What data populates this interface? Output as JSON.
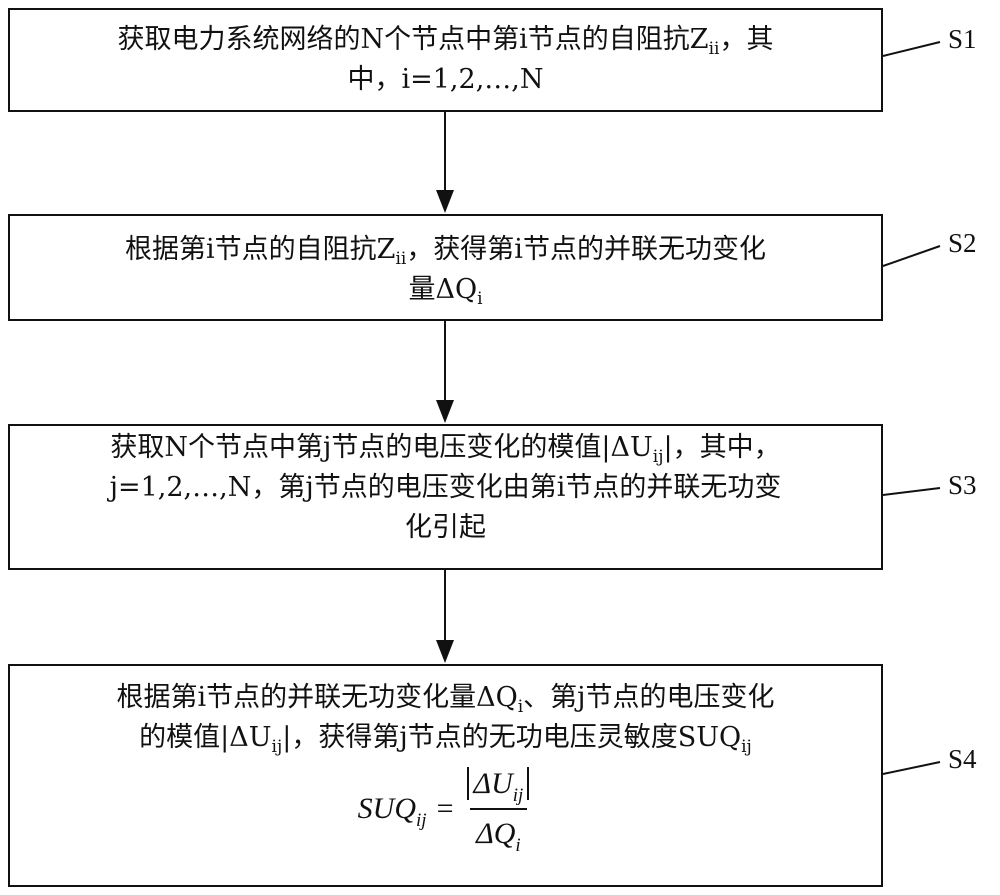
{
  "steps": [
    {
      "label": "S1",
      "line1_pre": "获取电力系统网络的N个节点中第i节点的自阻抗Z",
      "line1_sub": "ii",
      "line1_post": "，其",
      "line2": "中，i=1,2,…,N"
    },
    {
      "label": "S2",
      "line1_pre": "根据第i节点的自阻抗Z",
      "line1_sub": "ii",
      "line1_post": "，获得第i节点的并联无功变化",
      "line2_pre": "量ΔQ",
      "line2_sub": "i"
    },
    {
      "label": "S3",
      "line1_pre": "获取N个节点中第j节点的电压变化的模值|ΔU",
      "line1_sub": "ij",
      "line1_post": "|，其中，",
      "line2": "j=1,2,…,N，第j节点的电压变化由第i节点的并联无功变",
      "line3": "化引起"
    },
    {
      "label": "S4",
      "line1_pre": "根据第i节点的并联无功变化量ΔQ",
      "line1_sub": "i",
      "line1_post": "、第j节点的电压变化",
      "line2_pre": "的模值|ΔU",
      "line2_sub": "ij",
      "line2_mid": "|，获得第j节点的无功电压灵敏度SUQ",
      "line2_sub2": "ij",
      "formula": {
        "lhs": "SUQ",
        "lhs_sub": "ij",
        "eq": "=",
        "num": "ΔU",
        "num_sub": "ij",
        "den": "ΔQ",
        "den_sub": "i"
      }
    }
  ]
}
